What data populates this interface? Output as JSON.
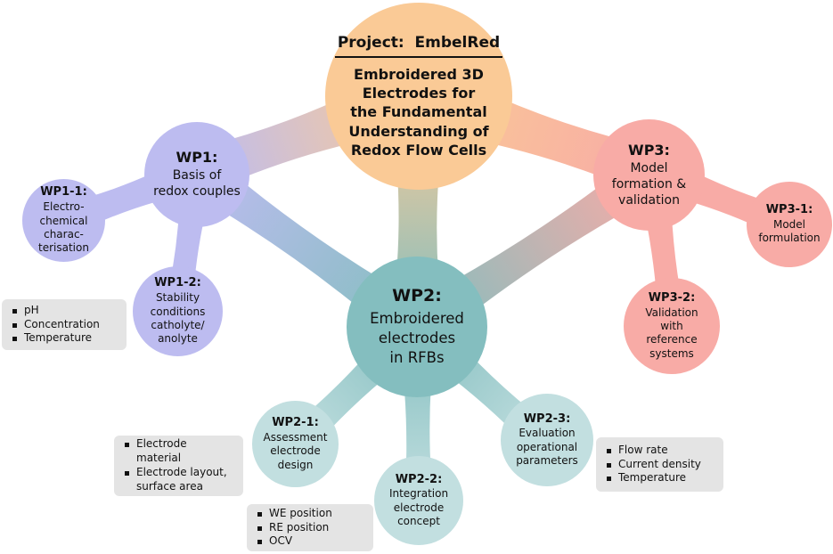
{
  "colors": {
    "project": "#FACA96",
    "wp1": "#BDBCF0",
    "wp2": "#84BEBF",
    "wp2_sub": "#C2DFE0",
    "wp3": "#F8ABA6",
    "box_bg": "#E4E4E4"
  },
  "project": {
    "label": "Project:  EmbelRed",
    "description": "Embroidered 3D\nElectrodes for\nthe Fundamental\nUnderstanding of\nRedox Flow Cells"
  },
  "nodes": {
    "wp1": {
      "title": "WP1:",
      "body": "Basis of\nredox couples"
    },
    "wp1_1": {
      "title": "WP1-1:",
      "body": "Electro-\nchemical\ncharac-\nterisation"
    },
    "wp1_2": {
      "title": "WP1-2:",
      "body": "Stability\nconditions\ncatholyte/\nanolyte"
    },
    "wp2": {
      "title": "WP2:",
      "body": "Embroidered\nelectrodes\nin RFBs"
    },
    "wp2_1": {
      "title": "WP2-1:",
      "body": "Assessment\nelectrode\ndesign"
    },
    "wp2_2": {
      "title": "WP2-2:",
      "body": "Integration\nelectrode\nconcept"
    },
    "wp2_3": {
      "title": "WP2-3:",
      "body": "Evaluation\noperational\nparameters"
    },
    "wp3": {
      "title": "WP3:",
      "body": "Model\nformation &\nvalidation"
    },
    "wp3_1": {
      "title": "WP3-1:",
      "body": "Model\nformulation"
    },
    "wp3_2": {
      "title": "WP3-2:",
      "body": "Validation\nwith\nreference\nsystems"
    }
  },
  "boxes": {
    "wp1_2": {
      "items": [
        "pH",
        "Concentration",
        "Temperature"
      ]
    },
    "wp2_1": {
      "items": [
        "Electrode\nmaterial",
        "Electrode layout,\nsurface area"
      ]
    },
    "wp2_2": {
      "items": [
        "WE position",
        "RE position",
        "OCV"
      ]
    },
    "wp2_3": {
      "items": [
        "Flow rate",
        "Current density",
        "Temperature"
      ]
    }
  }
}
